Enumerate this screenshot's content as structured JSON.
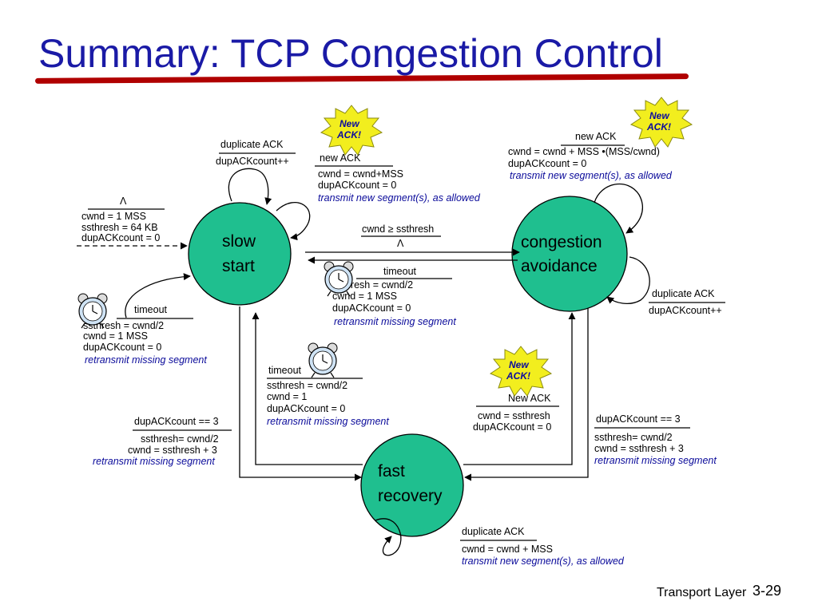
{
  "slide": {
    "title": "Summary: TCP Congestion Control",
    "footer": "Transport Layer",
    "page_number": "3-29"
  },
  "colors": {
    "state_fill": "#1fbf8f",
    "title": "#1a1aa6",
    "underline": "#b00000",
    "action_blue": "#0a0a9a",
    "badge_fill": "#f2ee1e",
    "badge_text": "#0a0aa0"
  },
  "states": {
    "slow_start": [
      "slow",
      "start"
    ],
    "congestion_avoidance": [
      "congestion",
      "avoidance"
    ],
    "fast_recovery": [
      "fast",
      "recovery"
    ]
  },
  "badges": {
    "new_ack": [
      "New",
      "ACK!"
    ]
  },
  "transitions": {
    "initial": {
      "event": "Λ",
      "actions": [
        "cwnd = 1 MSS",
        "ssthresh = 64 KB",
        "dupACKcount = 0"
      ]
    },
    "ss_dup_ack": {
      "event": "duplicate ACK",
      "actions": [
        "dupACKcount++"
      ]
    },
    "ss_new_ack": {
      "event": "new ACK",
      "actions": [
        "cwnd = cwnd+MSS",
        "dupACKcount = 0"
      ],
      "note": "transmit new segment(s), as allowed"
    },
    "ss_to_ca": {
      "event": "cwnd ≥ ssthresh",
      "action": "Λ"
    },
    "ca_to_ss_timeout": {
      "event": "timeout",
      "actions": [
        "ssthresh = cwnd/2",
        "cwnd = 1 MSS",
        "dupACKcount = 0"
      ],
      "note": "retransmit missing segment"
    },
    "ss_timeout": {
      "event": "timeout",
      "actions": [
        "ssthresh = cwnd/2",
        "cwnd = 1 MSS",
        "dupACKcount = 0"
      ],
      "note": "retransmit missing segment"
    },
    "ca_new_ack": {
      "event": "new ACK",
      "actions": [
        "cwnd = cwnd + MSS   •(MSS/cwnd)",
        "dupACKcount = 0"
      ],
      "note": "transmit new segment(s), as allowed"
    },
    "ca_dup_ack": {
      "event": "duplicate ACK",
      "actions": [
        "dupACKcount++"
      ]
    },
    "fr_to_ss_timeout": {
      "event": "timeout",
      "actions": [
        "ssthresh = cwnd/2",
        "cwnd = 1",
        "dupACKcount = 0"
      ],
      "note": "retransmit missing segment"
    },
    "ss_to_fr": {
      "event": "dupACKcount == 3",
      "actions": [
        "ssthresh= cwnd/2",
        "cwnd = ssthresh + 3"
      ],
      "note": "retransmit missing segment"
    },
    "fr_to_ca": {
      "event": "New ACK",
      "actions": [
        "cwnd = ssthresh",
        "dupACKcount = 0"
      ]
    },
    "ca_to_fr": {
      "event": "dupACKcount == 3",
      "actions": [
        "ssthresh= cwnd/2",
        "cwnd = ssthresh + 3"
      ],
      "note": "retransmit missing segment"
    },
    "fr_dup_ack": {
      "event": "duplicate ACK",
      "actions": [
        "cwnd = cwnd + MSS"
      ],
      "note": "transmit new segment(s), as allowed"
    }
  }
}
